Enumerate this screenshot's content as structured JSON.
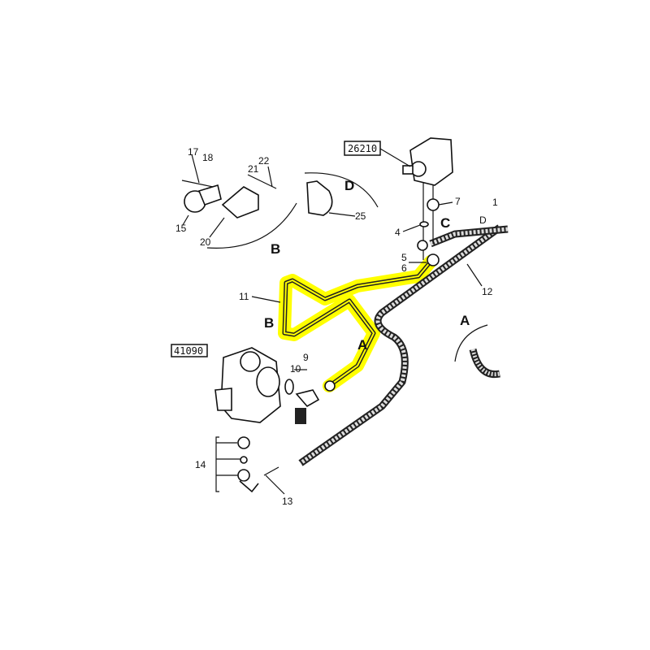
{
  "diagram": {
    "highlight_color": "#ffff00",
    "part_boxes": {
      "compressor": "41090",
      "valve": "26210"
    },
    "callouts": {
      "n1": "1",
      "n4": "4",
      "n5": "5",
      "n6": "6",
      "n7": "7",
      "n9": "9",
      "n10": "10",
      "n11": "11",
      "n12": "12",
      "n13": "13",
      "n14": "14",
      "n15": "15",
      "n17": "17",
      "n18": "18",
      "n20": "20",
      "n21": "21",
      "n22": "22",
      "n25": "25"
    },
    "detail_letters": {
      "b_detail": "B",
      "d_detail": "D",
      "c_on_pipe": "C",
      "d_on_pipe": "D",
      "b_on_pipe": "B",
      "a_on_pipe": "A",
      "a_detail": "A"
    }
  }
}
